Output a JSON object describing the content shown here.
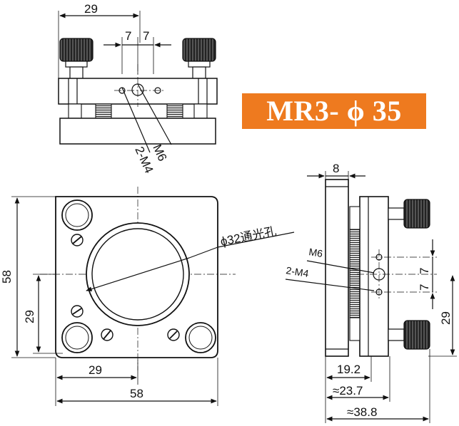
{
  "title": "MR3- ϕ 35",
  "colors": {
    "badge": "#ee7a1f",
    "line": "#111111",
    "background": "#ffffff"
  },
  "top_view": {
    "overall_width": "29",
    "hole_offset_left": "7",
    "hole_offset_right": "7",
    "thread_main": "M6",
    "thread_pair": "2-M4"
  },
  "front_view": {
    "height": "58",
    "width": "58",
    "aperture": "ϕ32通光孔",
    "adj_height": "29",
    "adj_width": "29"
  },
  "side_view": {
    "plate_thickness": "8",
    "thread_main": "M6",
    "thread_pair": "2-M4",
    "offset_top": "7",
    "offset_bottom": "7",
    "adj_height": "29",
    "depth_1": "19.2",
    "depth_2": "≈23.7",
    "depth_3": "≈38.8"
  }
}
